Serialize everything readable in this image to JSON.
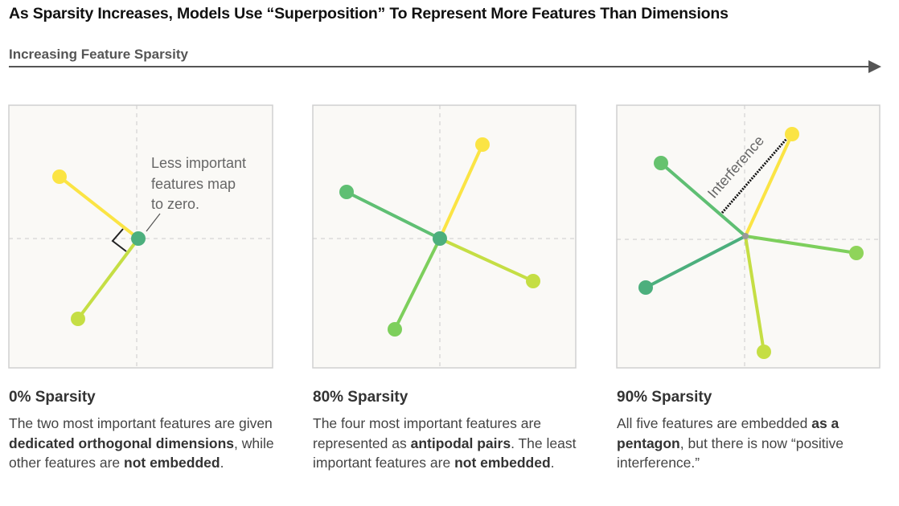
{
  "title": "As Sparsity Increases, Models Use “Superposition” To Represent More Features Than Dimensions",
  "axis_label": "Increasing Feature Sparsity",
  "colors": {
    "yellow": "#fbe444",
    "lime": "#c5de44",
    "green": "#7dcf5c",
    "mid_green": "#66c26e",
    "teal": "#4caf7d",
    "panel_bg": "#faf9f6",
    "panel_border": "#d0d0d0"
  },
  "panels": [
    {
      "heading": "0% Sparsity",
      "annotation": [
        "Less important",
        "features map",
        "to zero."
      ],
      "text": [
        {
          "t": "The two most important features are given ",
          "b": false
        },
        {
          "t": "dedicated orthogonal dimensions",
          "b": true
        },
        {
          "t": ", while other features are ",
          "b": false
        },
        {
          "t": "not embedded",
          "b": true
        },
        {
          "t": ".",
          "b": false
        }
      ]
    },
    {
      "heading": "80% Sparsity",
      "text": [
        {
          "t": "The four most important features are represented as ",
          "b": false
        },
        {
          "t": "antipodal pairs",
          "b": true
        },
        {
          "t": ". The least important features are ",
          "b": false
        },
        {
          "t": "not embedded",
          "b": true
        },
        {
          "t": ".",
          "b": false
        }
      ]
    },
    {
      "heading": "90% Sparsity",
      "annotation": "Interference",
      "text": [
        {
          "t": "All five features are embedded ",
          "b": false
        },
        {
          "t": "as a pentagon",
          "b": true
        },
        {
          "t": ", but there is now “positive interference.”",
          "b": false
        }
      ]
    }
  ]
}
